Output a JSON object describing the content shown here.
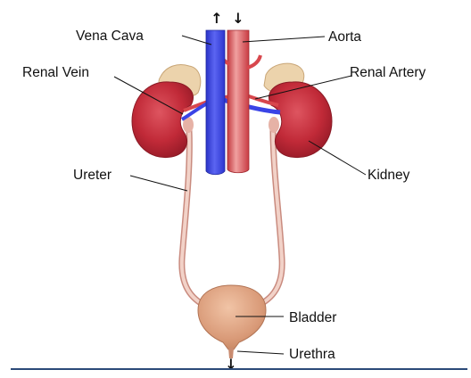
{
  "labels": {
    "vena_cava": "Vena Cava",
    "aorta": "Aorta",
    "renal_vein": "Renal Vein",
    "renal_artery": "Renal Artery",
    "ureter": "Ureter",
    "kidney": "Kidney",
    "bladder": "Bladder",
    "urethra": "Urethra"
  },
  "flow_arrows": {
    "up": "↑",
    "down": "↓",
    "out": "↓"
  },
  "colors": {
    "vein_blue": "#3a44e6",
    "artery_red": "#d8474d",
    "kidney_red": "#c12a38",
    "adrenal_tan": "#e8c9a0",
    "ureter_pink": "#e9b9ae",
    "bladder_tan": "#dba07f",
    "footer_line": "#2c4a78"
  }
}
